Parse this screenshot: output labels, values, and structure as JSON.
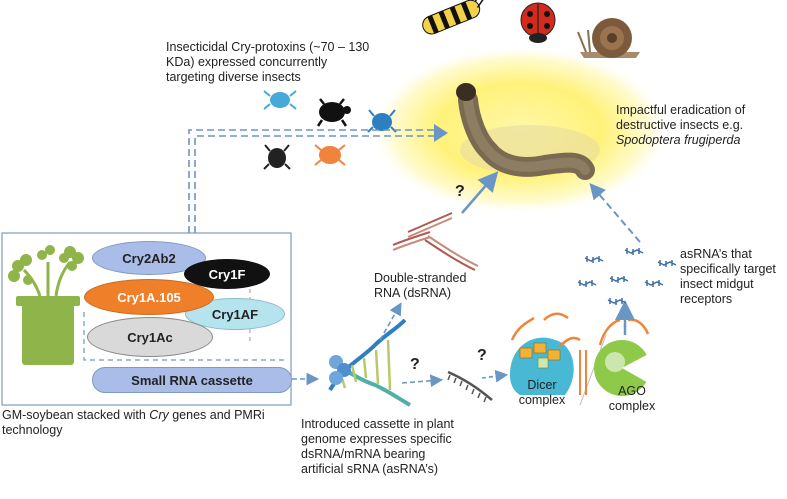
{
  "texts": {
    "cry_protoxins": "Insecticidal Cry-protoxins (~70 – 130 KDa) expressed concurrently targeting diverse insects",
    "eradication_line1": "Impactful eradication of",
    "eradication_line2": "destructive insects e.g.",
    "eradication_species": "Spodoptera frugiperda",
    "dsrna": "Double-stranded RNA (dsRNA)",
    "asrna": "asRNA’s that specifically target insect midgut receptors",
    "gm_soybean_pre": "GM-soybean stacked with ",
    "gm_soybean_italic": "Cry",
    "gm_soybean_post": " genes and PMRi technology",
    "introduced_cassette": "Introduced cassette in plant genome expresses specific dsRNA/mRNA bearing artificial sRNA (asRNA’s)",
    "dicer": "Dicer complex",
    "ago": "AGO complex",
    "question_mark": "?"
  },
  "genes": {
    "cry2ab2": "Cry2Ab2",
    "cry1f": "Cry1F",
    "cry1a105": "Cry1A.105",
    "cry1af": "Cry1AF",
    "cry1ac": "Cry1Ac",
    "small_rna": "Small RNA cassette"
  },
  "colors": {
    "gene_box_border": "#7f9bbf",
    "cry2ab2": "#a9bde8",
    "cry1f": "#111111",
    "cry1a105": "#f07f2a",
    "cry1af": "#b6e4ee",
    "cry1ac": "#d9d9d9",
    "small_rna": "#a9bde8",
    "arrow": "#6a96c6",
    "plant": "#8fb54a",
    "glow": "#fff27a"
  }
}
